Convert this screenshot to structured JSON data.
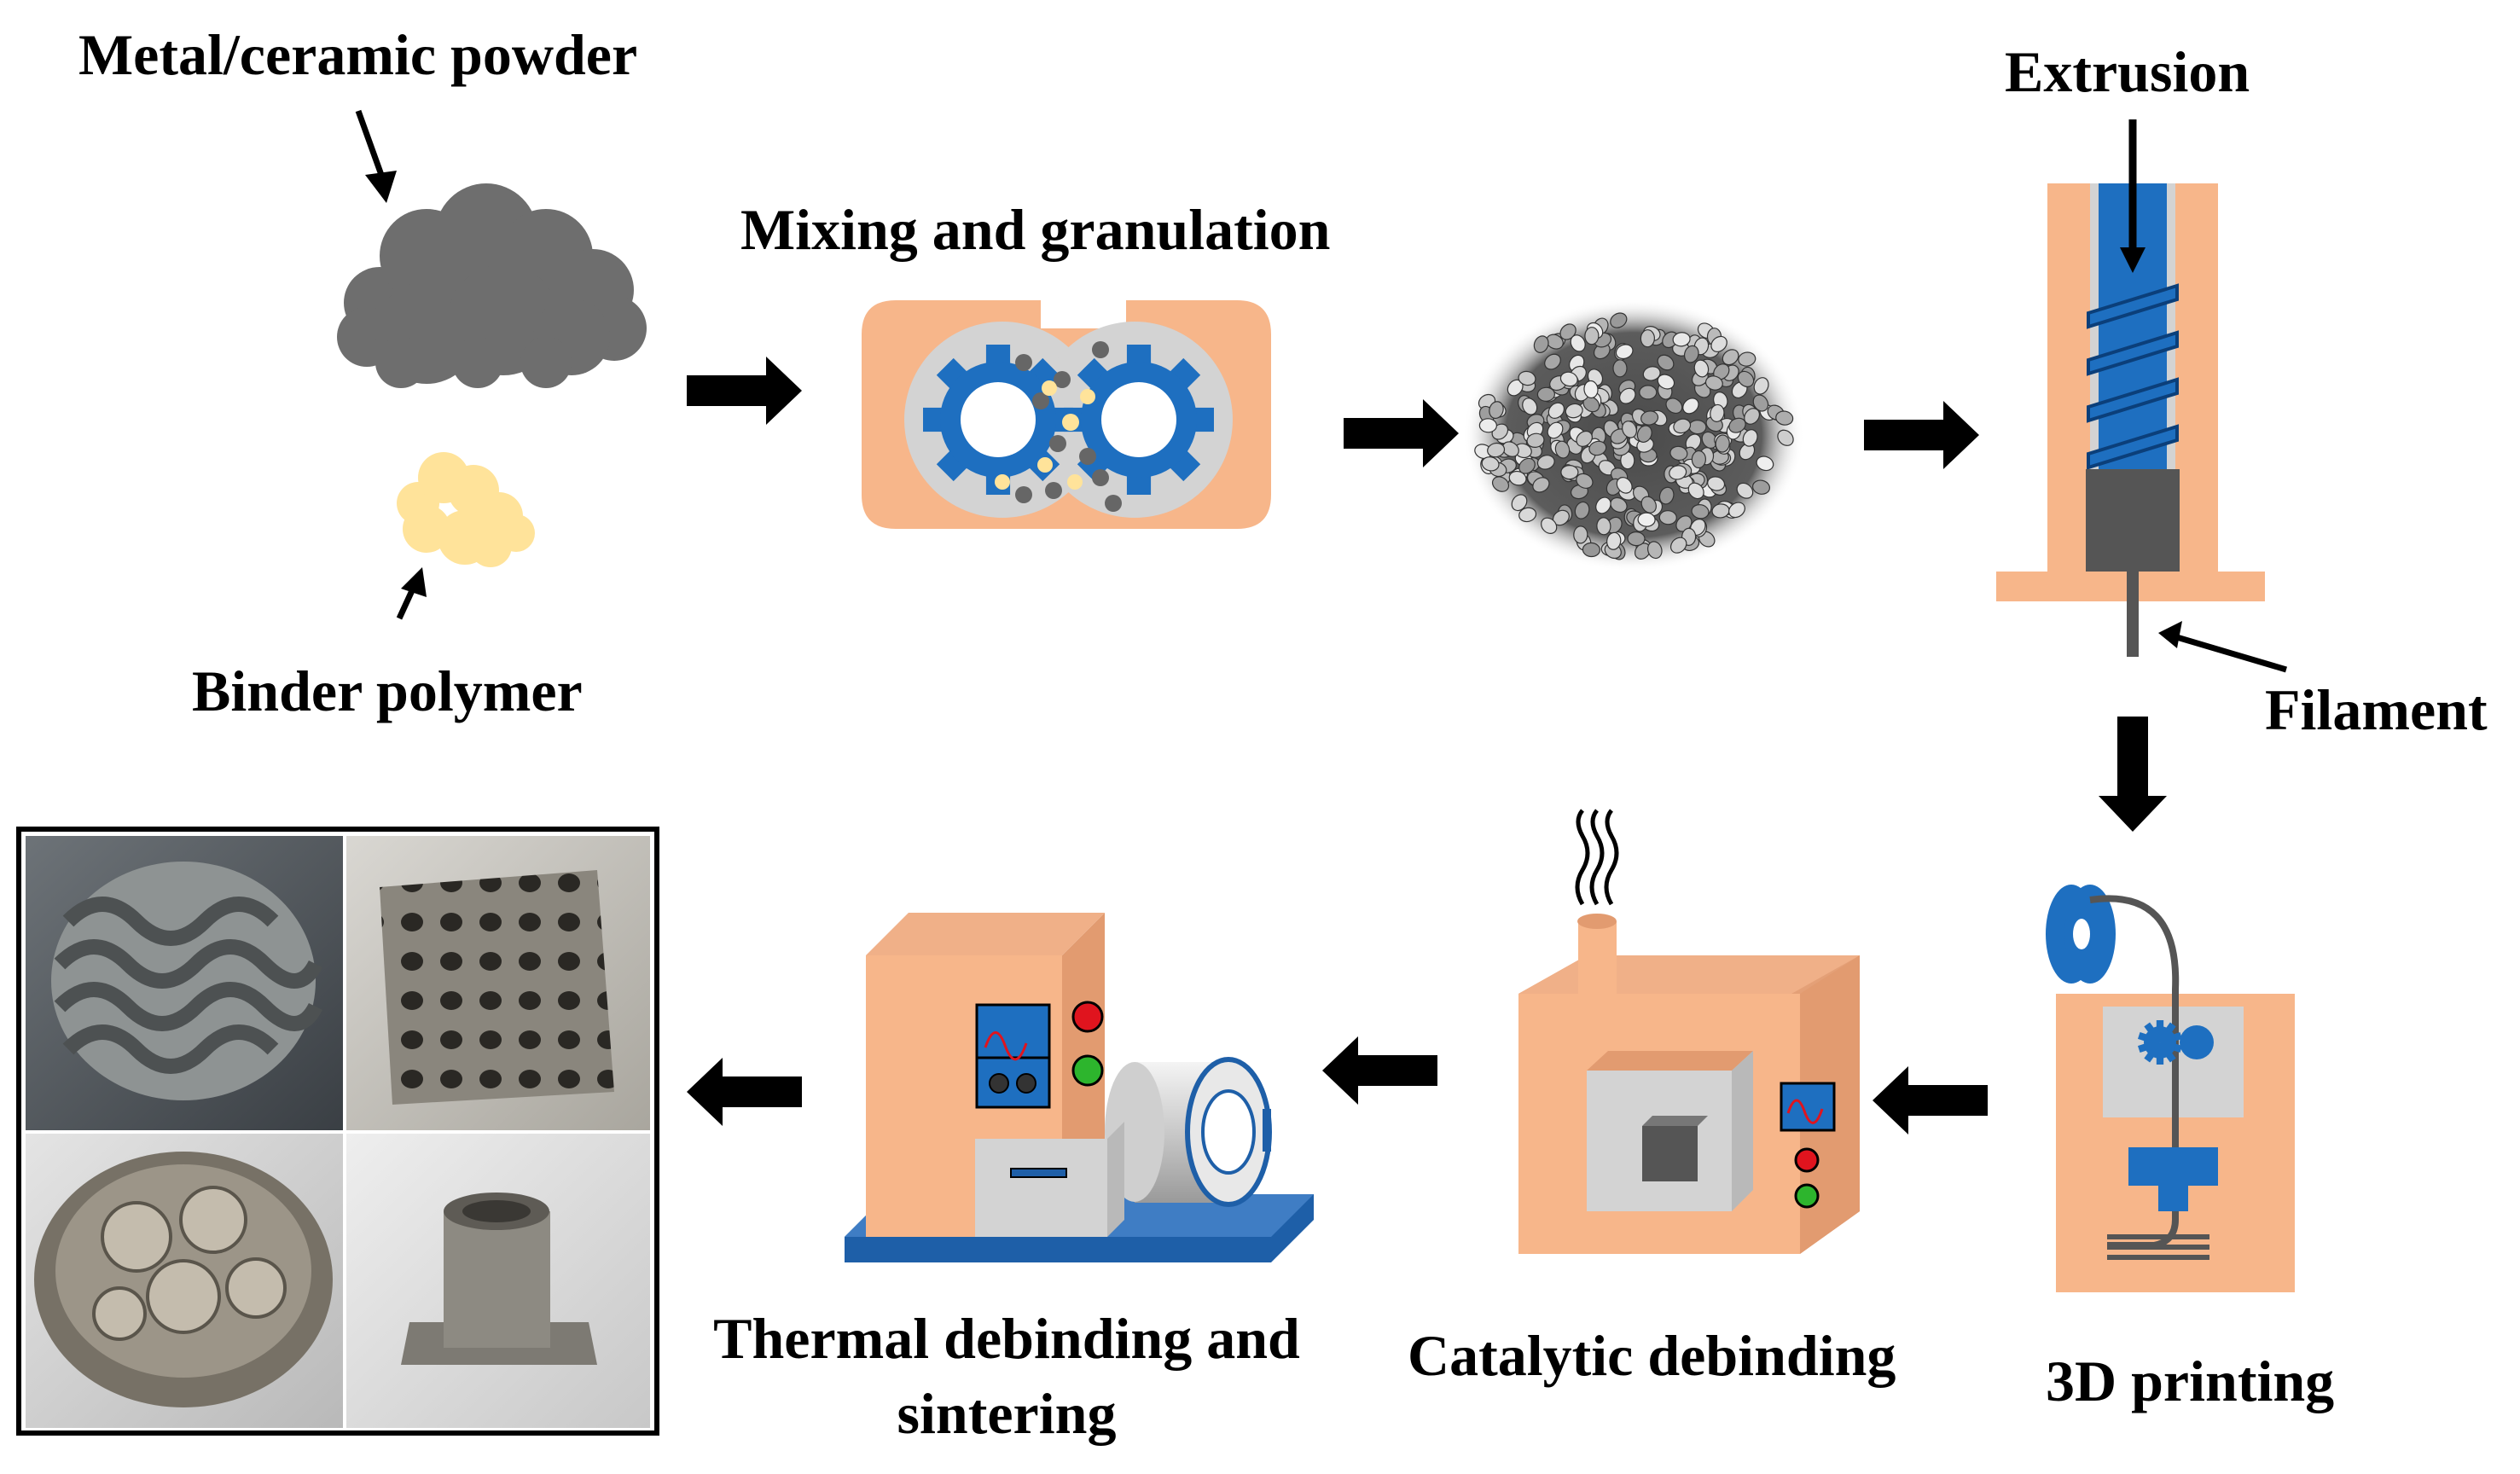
{
  "labels": {
    "powder": "Metal/ceramic powder",
    "binder": "Binder polymer",
    "mixing": "Mixing and granulation",
    "extrusion": "Extrusion",
    "filament": "Filament",
    "printing": "3D printing",
    "catalytic": "Catalytic debinding",
    "thermal_line1": "Thermal debinding and",
    "thermal_line2": "sintering"
  },
  "colors": {
    "body": "#F7B68A",
    "gear": "#1E6FC0",
    "gray_light": "#D3D3D3",
    "gray_dark": "#555555",
    "powder_cloud": "#6E6E6E",
    "binder_cloud": "#FFE39A",
    "panel_border": "#000000",
    "base_blue": "#1E5FA8",
    "led_red": "#E0141E",
    "led_green": "#2DB52D",
    "arrow": "#000000"
  },
  "icons": {
    "process_arrow": "arrow-icon",
    "gear": "gear-icon",
    "screw": "screw-icon",
    "spool": "filament-spool-icon",
    "smoke": "smoke-icon",
    "indicator_light": "indicator-light-icon",
    "waveform_display": "waveform-display-icon"
  }
}
